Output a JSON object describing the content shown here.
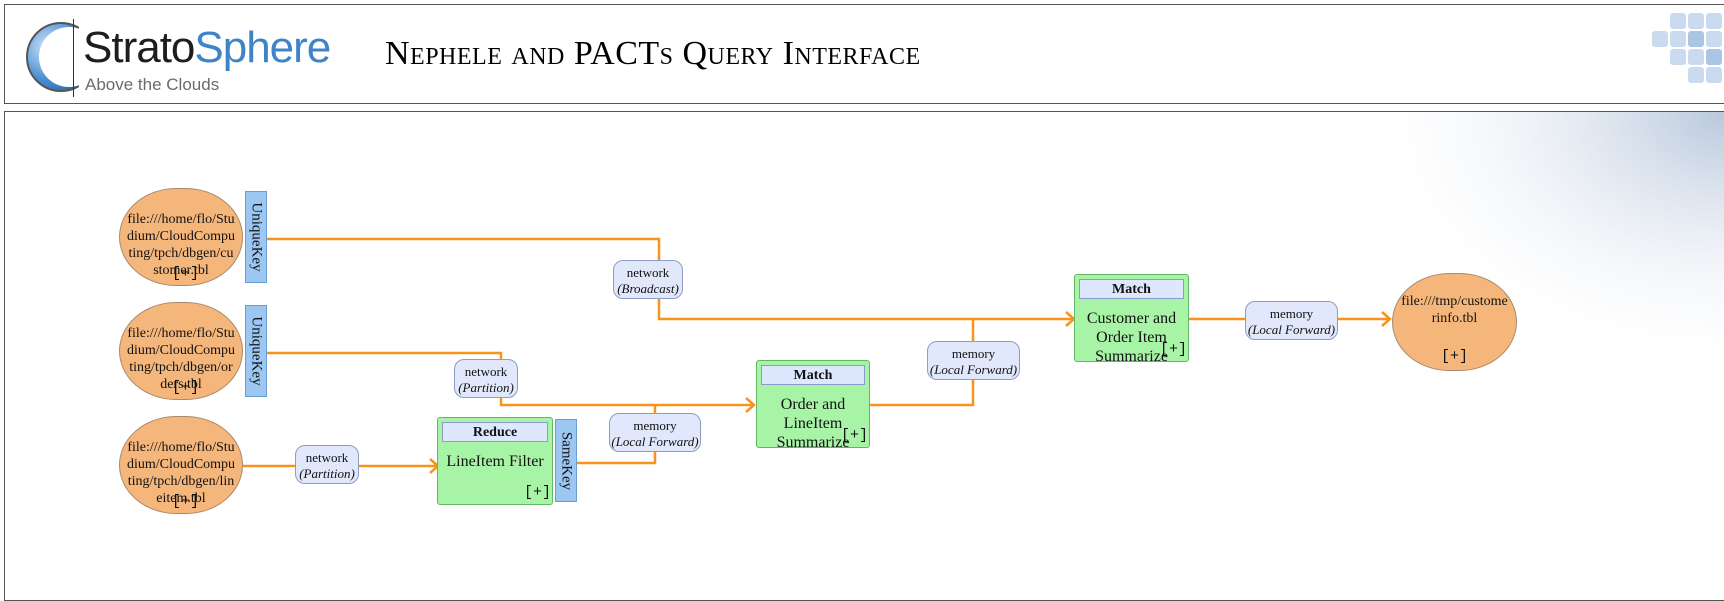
{
  "header": {
    "logo_word_1": "Strato",
    "logo_word_2": "Sphere",
    "logo_tagline": "Above the Clouds",
    "title": "Nephele and PACTs Query Interface"
  },
  "colors": {
    "edge": "#f7941d",
    "source_fill": "#f5b67b",
    "key_fill": "#9cc7f3",
    "operator_fill": "#a8f4a6",
    "ship_fill": "#e1e8fb",
    "logo_blue": "#3f84c9"
  },
  "sources": [
    {
      "path": "file:///home/flo/Studium/CloudComputing/tpch/dbgen/customer.tbl",
      "expand": "[+]",
      "key": "UniqueKey"
    },
    {
      "path": "file:///home/flo/Studium/CloudComputing/tpch/dbgen/orders.tbl",
      "expand": "[+]",
      "key": "UniqueKey"
    },
    {
      "path": "file:///home/flo/Studium/CloudComputing/tpch/dbgen/lineitem.tbl",
      "expand": "[+]"
    }
  ],
  "operators": {
    "reduce": {
      "type": "Reduce",
      "name": "LineItem Filter",
      "expand": "[+]",
      "key": "SameKey"
    },
    "match_orders": {
      "type": "Match",
      "name": "Order and LineItem Summarize",
      "expand": "[+]"
    },
    "match_customer": {
      "type": "Match",
      "name": "Customer and Order Item Summarize",
      "expand": "[+]"
    }
  },
  "sink": {
    "path": "file:///tmp/customerinfo.tbl",
    "expand": "[+]"
  },
  "ship_strategies": {
    "broadcast": {
      "channel": "network",
      "mode": "(Broadcast)"
    },
    "partition_orders": {
      "channel": "network",
      "mode": "(Partition)"
    },
    "partition_lineitem": {
      "channel": "network",
      "mode": "(Partition)"
    },
    "local_reduce": {
      "channel": "memory",
      "mode": "(Local Forward)"
    },
    "local_match": {
      "channel": "memory",
      "mode": "(Local Forward)"
    },
    "local_sink": {
      "channel": "memory",
      "mode": "(Local Forward)"
    }
  }
}
